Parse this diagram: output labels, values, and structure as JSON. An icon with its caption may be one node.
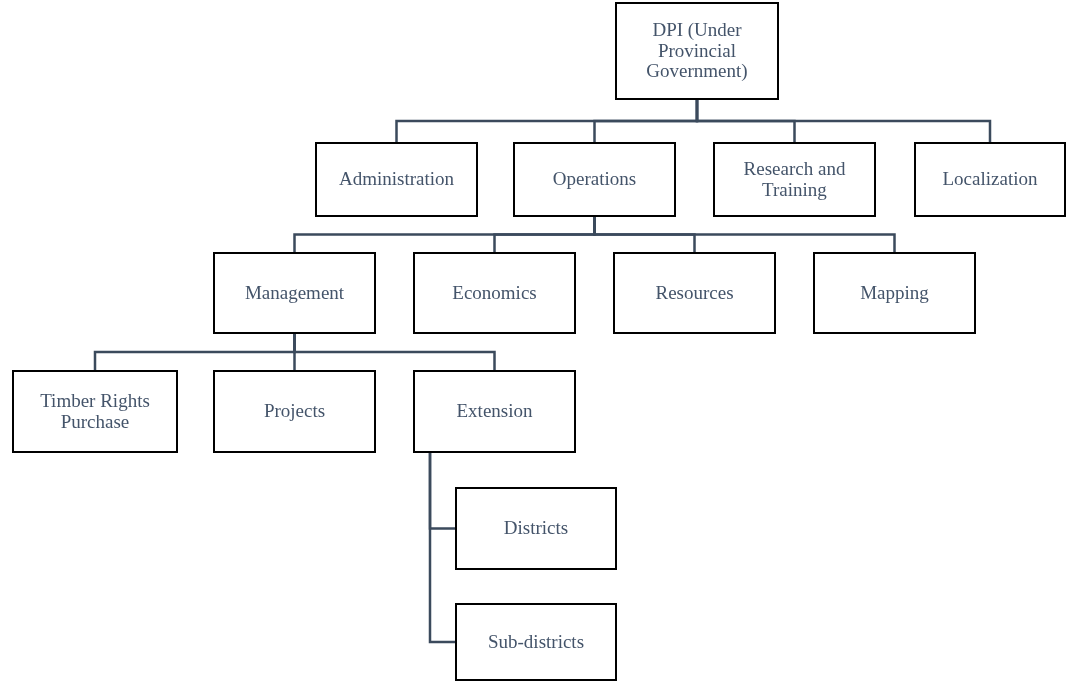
{
  "diagram": {
    "nodes": [
      {
        "text": [
          "DPI (Under Provincial Government)"
        ]
      },
      {
        "text": [
          "Administration"
        ]
      },
      {
        "text": [
          "Operations"
        ]
      },
      {
        "text": [
          "Research and Training"
        ]
      },
      {
        "text": [
          "Localization"
        ]
      },
      {
        "text": [
          "Management"
        ]
      },
      {
        "text": [
          "Economics"
        ]
      },
      {
        "text": [
          "Resources"
        ]
      },
      {
        "text": [
          "Mapping"
        ]
      },
      {
        "text": [
          "Timber Rights Purchase"
        ]
      },
      {
        "text": [
          "Projects"
        ]
      },
      {
        "text": [
          "Extension"
        ]
      },
      {
        "text": [
          "Districts"
        ]
      },
      {
        "text": [
          "Sub-districts"
        ]
      }
    ],
    "edges": [
      {
        "from": 0,
        "to": 1,
        "arrow": "none"
      },
      {
        "from": 0,
        "to": 2,
        "arrow": "none"
      },
      {
        "from": 0,
        "to": 3,
        "arrow": "none"
      },
      {
        "from": 0,
        "to": 4,
        "arrow": "none"
      },
      {
        "from": 2,
        "to": 5,
        "arrow": "none"
      },
      {
        "from": 2,
        "to": 6,
        "arrow": "none"
      },
      {
        "from": 2,
        "to": 7,
        "arrow": "none"
      },
      {
        "from": 2,
        "to": 8,
        "arrow": "none"
      },
      {
        "from": 5,
        "to": 9,
        "arrow": "none"
      },
      {
        "from": 5,
        "to": 10,
        "arrow": "none"
      },
      {
        "from": 5,
        "to": 11,
        "arrow": "none"
      },
      {
        "from": 11,
        "to": 12,
        "arrow": "none"
      },
      {
        "from": 11,
        "to": 13,
        "arrow": "none"
      }
    ]
  }
}
